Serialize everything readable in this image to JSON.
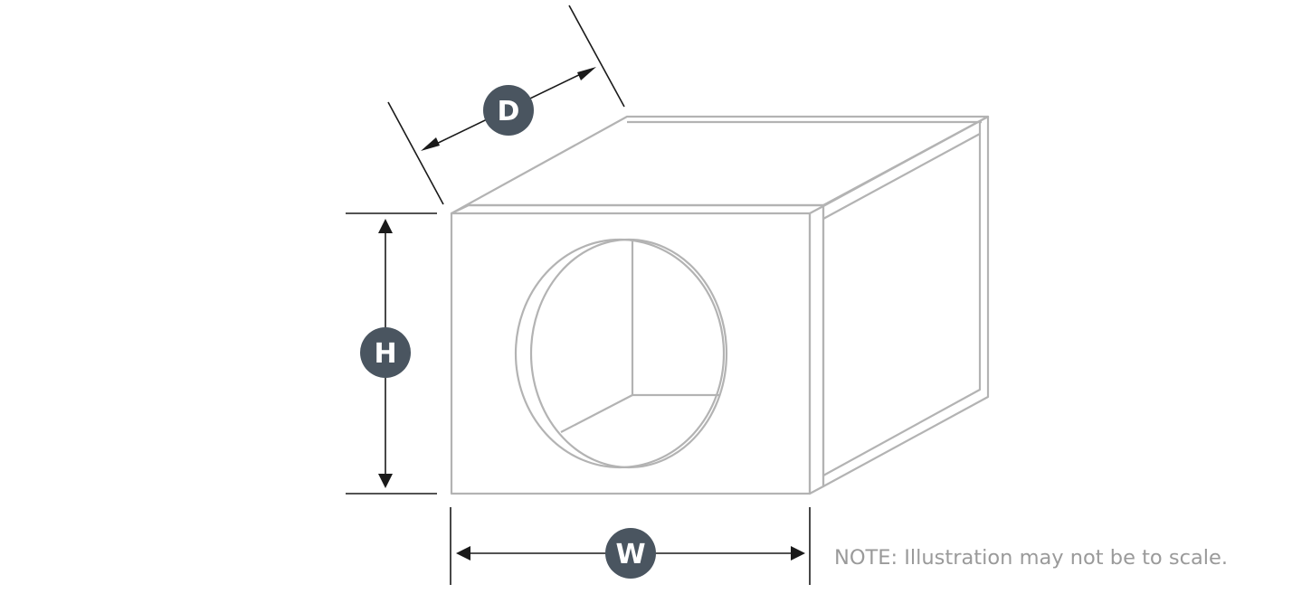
{
  "dimensions": {
    "depth_label": "D",
    "height_label": "H",
    "width_label": "W"
  },
  "note": "NOTE: Illustration may not be to scale.",
  "colors": {
    "box_outline": "#b3b3b3",
    "dimension_line": "#1a1a1a",
    "badge_fill": "#4a5560",
    "badge_text": "#ffffff",
    "note_text": "#9a9a9a"
  }
}
